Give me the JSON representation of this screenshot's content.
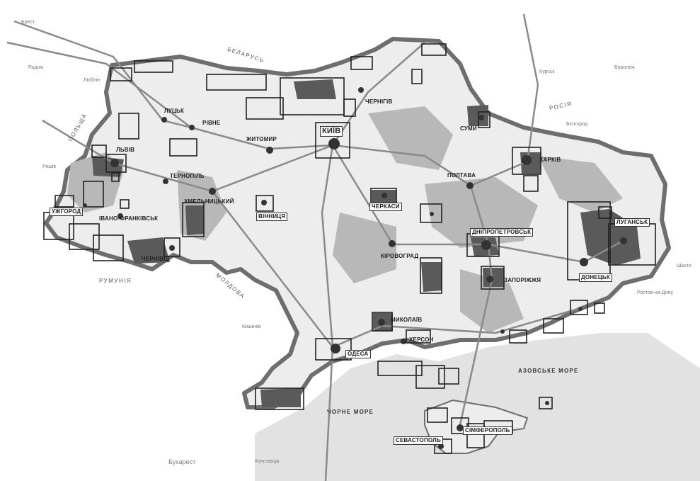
{
  "map": {
    "cities": {
      "kyiv": "КИЇВ",
      "kharkiv": "ХАРКІВ",
      "lviv": "ЛЬВІВ",
      "odesa": "ОДЕСА",
      "dnipropetrovsk": "ДНІПРОПЕТРОВСЬК",
      "luhansk": "ЛУГАНСЬК",
      "donetsk": "ДОНЕЦЬК",
      "zaporizhzhia": "ЗАПОРІЖЖЯ",
      "mykolaiv": "МИКОЛАЇВ",
      "kherson": "ХЕРСОН",
      "sevastopol": "СЕВАСТОПОЛЬ",
      "simferopol": "СІМФЕРОПОЛЬ",
      "chernihiv": "ЧЕРНІГІВ",
      "sumy": "СУМИ",
      "poltava": "ПОЛТАВА",
      "cherkasy": "ЧЕРКАСИ",
      "kirovohrad": "КІРОВОГРАД",
      "vinnytsia": "ВІННИЦЯ",
      "zhytomyr": "ЖИТОМИР",
      "rivne": "РІВНЕ",
      "lutsk": "ЛУЦЬК",
      "ternopil": "ТЕРНОПІЛЬ",
      "khmelnytskyi": "ХМЕЛЬНИЦЬКИЙ",
      "ivano_frankivsk": "ІВАНО-ФРАНКІВСЬК",
      "chernivtsi": "ЧЕРНІВЦІ",
      "uzhhorod": "УЖГОРОД"
    },
    "countries": {
      "russia": "РОСІЯ",
      "belarus": "БЕЛАРУСЬ",
      "poland": "ПОЛЬЩА",
      "romania": "РУМУНІЯ",
      "moldova": "МОЛДОВА"
    },
    "seas": {
      "black_sea": "ЧОРНЕ МОРЕ",
      "azov_sea": "АЗОВСЬКЕ МОРЕ"
    },
    "foreign_places": {
      "bucharest": "Бухарест",
      "brest": "Брест",
      "kursk": "Курськ",
      "belgorod": "Бєлгород",
      "voronezh": "Воронеж",
      "rostov": "Ростов-на-Дону",
      "shakhty": "Шахти",
      "constanta": "Констанца",
      "chisinau": "Кишинів",
      "lublin": "Люблін",
      "radom": "Радом",
      "rzeszow": "Ряшів"
    },
    "colors": {
      "ukraine_fill": "#ededed",
      "border": "#6e6e6e",
      "sea": "#e2e2e2",
      "dark_zone": "#5a5a5a",
      "mid_zone": "#b8b8b8",
      "road": "#8a8a8a",
      "city_dot": "#333333"
    }
  }
}
